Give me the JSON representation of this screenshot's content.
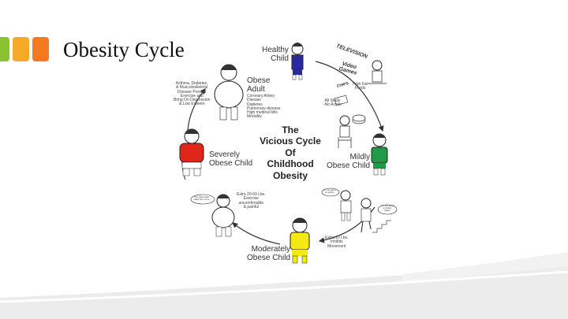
{
  "slide": {
    "title": "Obesity Cycle",
    "accent_colors": [
      "#8bc232",
      "#f7a928",
      "#f47a20"
    ]
  },
  "diagram": {
    "center_title": [
      "The",
      "Vicious Cycle",
      "Of",
      "Childhood",
      "Obesity"
    ],
    "stages": [
      {
        "label": [
          "Healthy",
          "Child"
        ],
        "shirt_color": "#2a2aa0"
      },
      {
        "label": [
          "Mildly",
          "Obese Child"
        ],
        "shirt_color": "#1e9a48"
      },
      {
        "label": [
          "Moderately",
          "Obese Child"
        ],
        "shirt_color": "#f2ea12"
      },
      {
        "label": [
          "Severely",
          "Obese Child"
        ],
        "shirt_color": "#e0251b"
      },
      {
        "label": [
          "Obese",
          "Adult"
        ],
        "shirt_color": "#ffffff"
      }
    ],
    "notes": {
      "adult_conditions": [
        "Coronary Artery",
        "Disease",
        "Diabetes",
        "Pulmonary disease",
        "High medical bills",
        "Mortality"
      ],
      "adult_effects": [
        "Asthma, Diabetes,",
        "& Musculoskeletal",
        "Disease Prevent",
        "Exercise and",
        "Bring On Depression",
        "& Low Esteem"
      ],
      "television": "TELEVISION",
      "video_games": [
        "Video",
        "Games"
      ],
      "foods": [
        "High Fat",
        "Foods"
      ],
      "chips": "CHIPS",
      "study": [
        "All Study",
        "-No Action"
      ],
      "extra_10": [
        "Extra 10 Lbs.",
        "Inhibits",
        "Movement"
      ],
      "extra_20": [
        "Extra 20-50 Lbs.",
        "Exercise",
        "uncomfortable",
        "& painful"
      ],
      "bubble_good": [
        "I'm no good",
        "at sports"
      ],
      "bubble_tired": [
        "I'm too tired",
        "to climb",
        "stairs"
      ],
      "bubble_kids": [
        "The other kids",
        "make fun of me"
      ]
    }
  }
}
